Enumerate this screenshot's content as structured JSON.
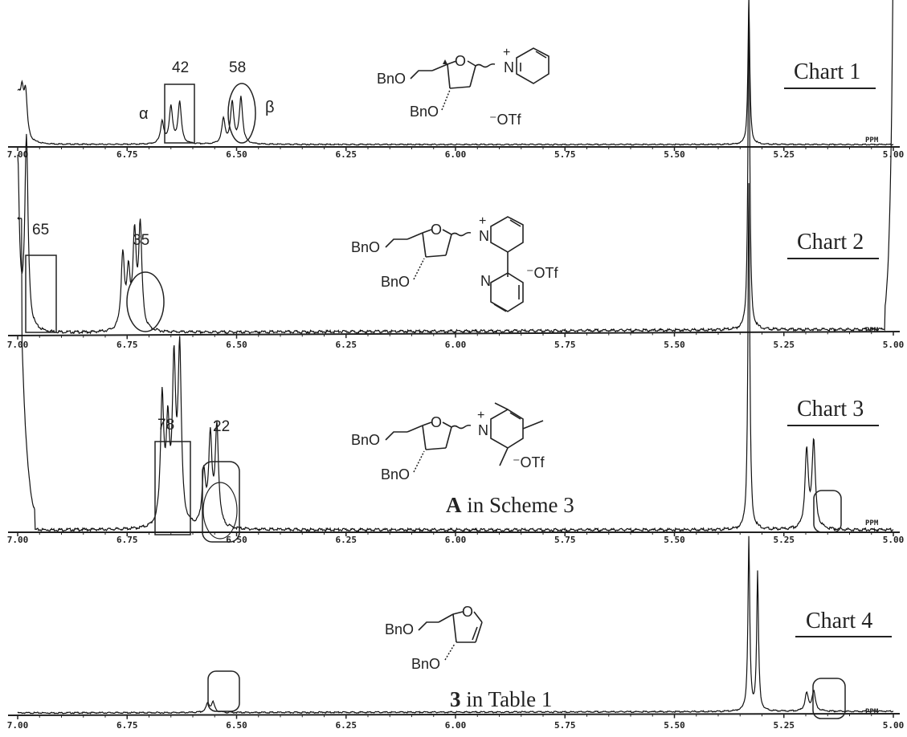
{
  "chart_data": [
    {
      "type": "line",
      "title": "Chart 1",
      "xlabel": "PPM",
      "xlim": [
        7.0,
        5.0
      ],
      "x_ticks": [
        "7.00",
        "6.75",
        "6.50",
        "6.25",
        "6.00",
        "5.75",
        "5.50",
        "5.25",
        "5.00"
      ],
      "peaks": [
        {
          "ppm": 7.0,
          "height": 0.32
        },
        {
          "ppm": 6.65,
          "height": 0.3
        },
        {
          "ppm": 6.51,
          "height": 0.33
        },
        {
          "ppm": 5.33,
          "height": 1.0
        }
      ],
      "annotations": {
        "alpha_label": "α",
        "beta_label": "β",
        "alpha_percent": "42",
        "beta_percent": "58",
        "structure": {
          "bno_top": "BnO",
          "bno_bottom": "BnO",
          "plus": "+",
          "n": "N",
          "counterion": "⁻OTf"
        }
      }
    },
    {
      "type": "line",
      "title": "Chart 2",
      "xlabel": "PPM",
      "xlim": [
        7.0,
        5.0
      ],
      "x_ticks": [
        "7.00",
        "6.75",
        "6.50",
        "6.25",
        "6.00",
        "5.75",
        "5.50",
        "5.25",
        "5.00"
      ],
      "peaks": [
        {
          "ppm": 6.99,
          "height": 0.6
        },
        {
          "ppm": 6.74,
          "height": 0.32
        },
        {
          "ppm": 5.33,
          "height": 1.0
        }
      ],
      "annotations": {
        "alpha_percent": "65",
        "beta_percent": "35",
        "structure": {
          "bno_top": "BnO",
          "bno_bottom": "BnO",
          "plus": "+",
          "n1": "N",
          "n2": "N",
          "counterion": "⁻OTf"
        }
      }
    },
    {
      "type": "line",
      "title": "Chart 3",
      "xlabel": "PPM",
      "xlim": [
        7.0,
        5.0
      ],
      "x_ticks": [
        "7.00",
        "6.75",
        "6.50",
        "6.25",
        "6.00",
        "5.75",
        "5.50",
        "5.25",
        "5.00"
      ],
      "peaks": [
        {
          "ppm": 6.65,
          "height": 0.52
        },
        {
          "ppm": 6.56,
          "height": 0.3
        },
        {
          "ppm": 5.33,
          "height": 1.0
        },
        {
          "ppm": 5.19,
          "height": 0.26
        }
      ],
      "annotations": {
        "alpha_percent": "78",
        "beta_percent": "22",
        "caption_bold": "A",
        "caption_text": " in Scheme 3",
        "structure": {
          "bno_top": "BnO",
          "bno_bottom": "BnO",
          "plus": "+",
          "n": "N",
          "counterion": "⁻OTf"
        }
      }
    },
    {
      "type": "line",
      "title": "Chart 4",
      "xlabel": "PPM",
      "xlim": [
        7.0,
        5.0
      ],
      "x_ticks": [
        "7.00",
        "6.75",
        "6.50",
        "6.25",
        "6.00",
        "5.75",
        "5.50",
        "5.25",
        "5.00"
      ],
      "peaks": [
        {
          "ppm": 6.56,
          "height": 0.06
        },
        {
          "ppm": 5.33,
          "height": 1.0
        },
        {
          "ppm": 5.31,
          "height": 0.8
        },
        {
          "ppm": 5.19,
          "height": 0.12
        }
      ],
      "annotations": {
        "caption_bold": "3",
        "caption_text": " in Table 1",
        "structure": {
          "bno_top": "BnO",
          "bno_bottom": "BnO"
        }
      }
    }
  ]
}
